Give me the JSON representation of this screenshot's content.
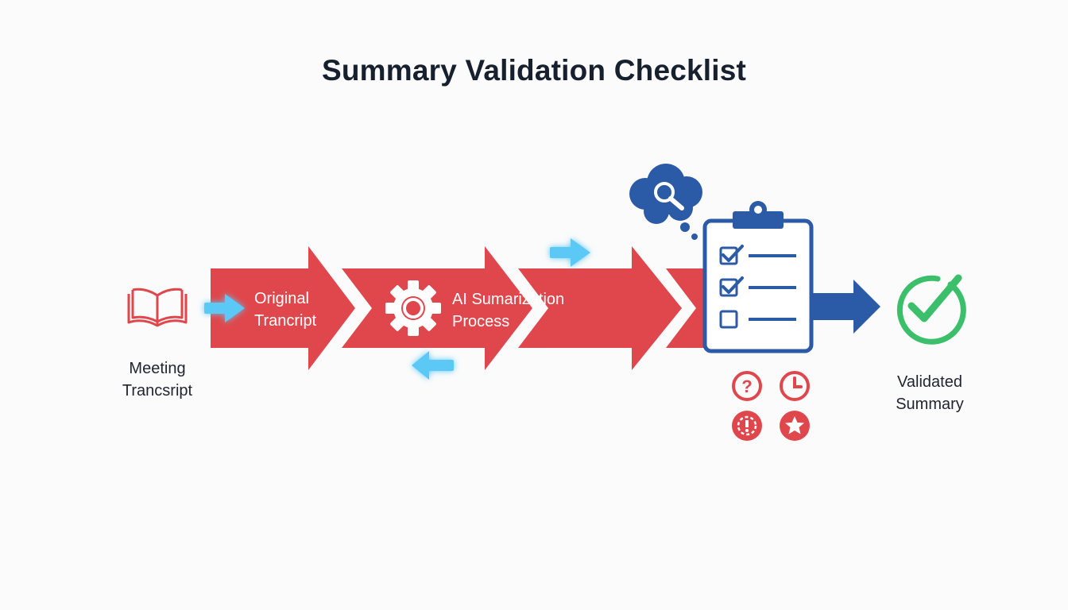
{
  "title": "Summary Validation Checklist",
  "labels": {
    "meeting_transcript": [
      "Meeting",
      "Trancsript"
    ],
    "original_transcript": [
      "Original",
      "Trancript"
    ],
    "ai_process": [
      "AI Sumarization",
      "Process"
    ],
    "validated_summary": [
      "Validated",
      "Summary"
    ]
  },
  "colors": {
    "arrow_red": "#e0474c",
    "accent_blue": "#2b5aa6",
    "flow_cyan": "#5bc8f5",
    "check_green": "#3cbf6a",
    "title_text": "#17202e"
  },
  "icons": {
    "source": "book-icon",
    "process": "gear-icon",
    "thought": "search-cloud-icon",
    "checklist": "clipboard-checklist-icon",
    "result": "checkmark-circle-icon",
    "criteria": [
      "question-icon",
      "clock-icon",
      "alert-icon",
      "star-icon"
    ]
  },
  "checklist": {
    "items_checked": [
      true,
      true,
      false
    ]
  }
}
